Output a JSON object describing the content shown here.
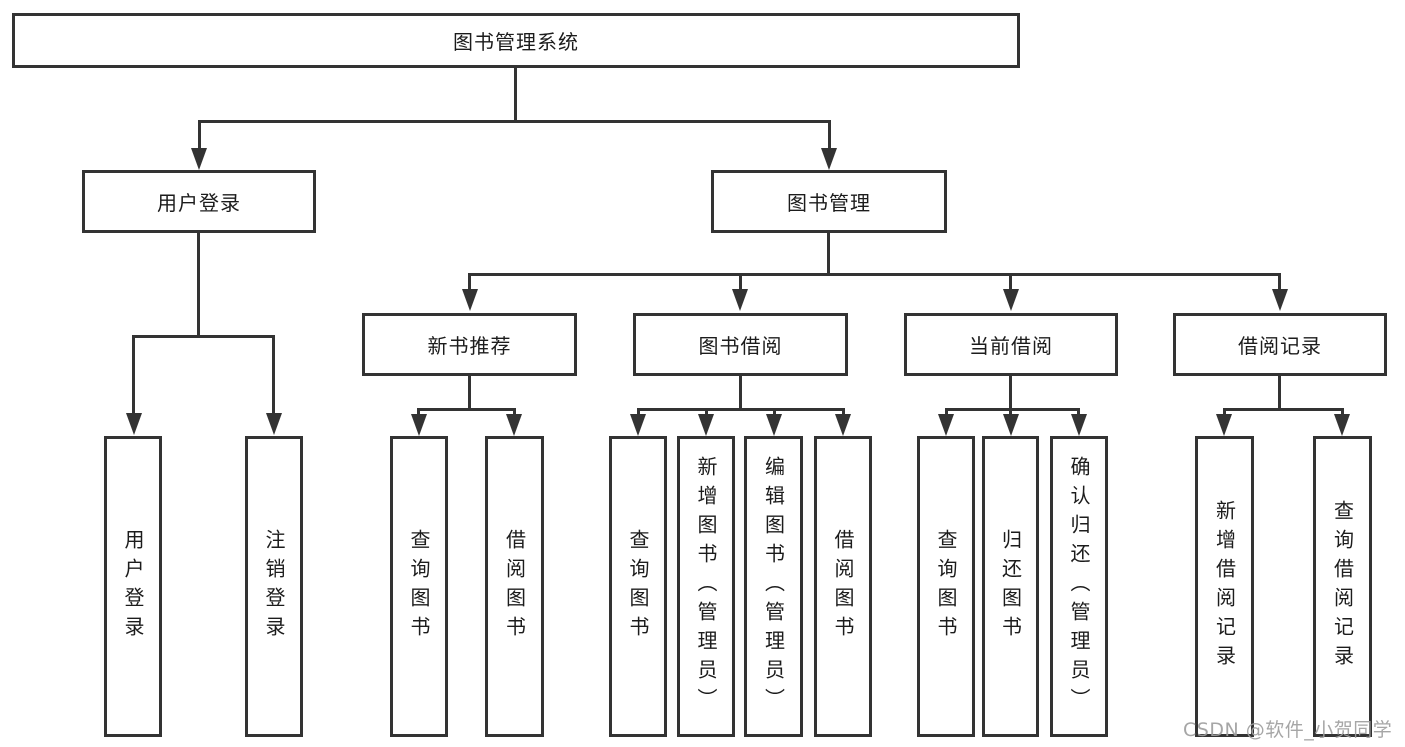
{
  "diagram": {
    "type": "hierarchy-tree",
    "tree": {
      "label": "图书管理系统",
      "children": [
        {
          "label": "用户登录",
          "children": [
            {
              "label": "用户登录"
            },
            {
              "label": "注销登录"
            }
          ]
        },
        {
          "label": "图书管理",
          "children": [
            {
              "label": "新书推荐",
              "children": [
                {
                  "label": "查询图书"
                },
                {
                  "label": "借阅图书"
                }
              ]
            },
            {
              "label": "图书借阅",
              "children": [
                {
                  "label": "查询图书"
                },
                {
                  "label": "新增图书（管理员）"
                },
                {
                  "label": "编辑图书（管理员）"
                },
                {
                  "label": "借阅图书"
                }
              ]
            },
            {
              "label": "当前借阅",
              "children": [
                {
                  "label": "查询图书"
                },
                {
                  "label": "归还图书"
                },
                {
                  "label": "确认归还（管理员）"
                }
              ]
            },
            {
              "label": "借阅记录",
              "children": [
                {
                  "label": "新增借阅记录"
                },
                {
                  "label": "查询借阅记录"
                }
              ]
            }
          ]
        }
      ]
    },
    "colors": {
      "line": "#333333",
      "box_border": "#333333",
      "box_fill": "#ffffff",
      "text": "#1c1c1c",
      "background": "#ffffff"
    }
  },
  "watermark": {
    "text": "CSDN @软件_小贺同学",
    "color": "#9e9e9e"
  }
}
